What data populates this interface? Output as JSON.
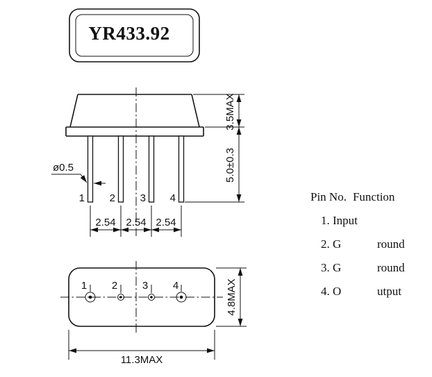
{
  "drawing": {
    "part_number": "YR433.92",
    "side_view": {
      "body_height": "3.5MAX",
      "pin_length": "5.0±0.3",
      "pin_diameter": "ø0.5",
      "pin_labels": [
        "1",
        "2",
        "3",
        "4"
      ],
      "pin_pitch": [
        "2.54",
        "2.54",
        "2.54"
      ]
    },
    "bottom_view": {
      "pin_labels": [
        "1",
        "2",
        "3",
        "4"
      ],
      "height_dim": "4.8MAX",
      "width_dim": "11.3MAX"
    }
  },
  "pin_table": {
    "header": {
      "pin_no": "Pin No.",
      "function": "Function"
    },
    "rows": [
      {
        "left": "1. Input",
        "right": ""
      },
      {
        "left": "2. G",
        "right": "round"
      },
      {
        "left": "3. G",
        "right": "round"
      },
      {
        "left": "4. O",
        "right": "utput"
      }
    ]
  },
  "colors": {
    "line": "#111111",
    "background": "#ffffff"
  }
}
